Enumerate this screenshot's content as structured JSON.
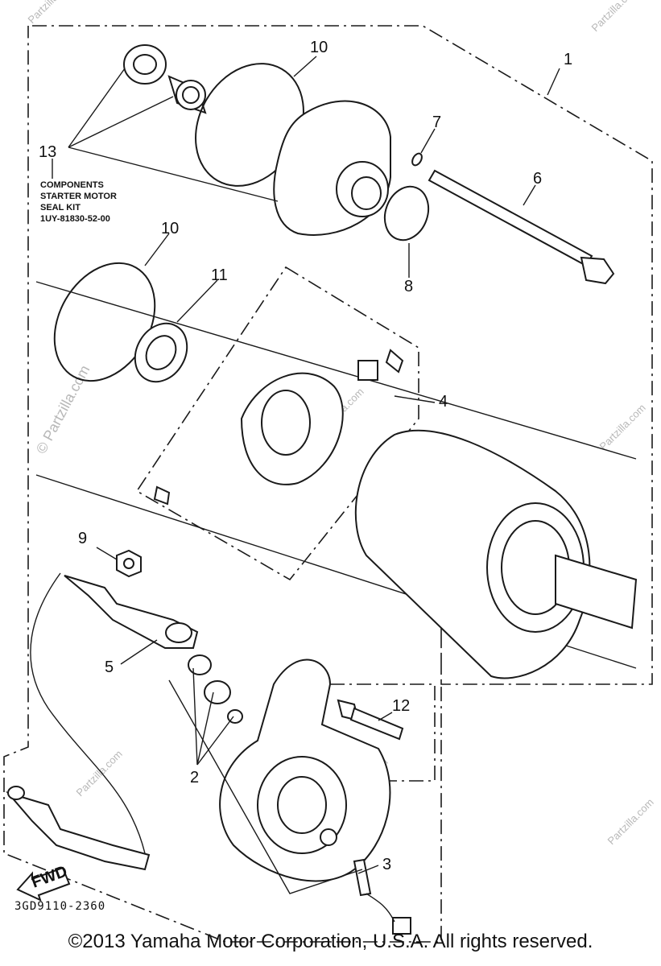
{
  "diagram": {
    "kit_label": {
      "number": "13",
      "lines": [
        "COMPONENTS",
        "STARTER MOTOR",
        "SEAL KIT",
        "1UY-81830-52-00"
      ]
    },
    "part_numbers": {
      "p1": "1",
      "p2": "2",
      "p3": "3",
      "p4": "4",
      "p5": "5",
      "p6": "6",
      "p7": "7",
      "p8": "8",
      "p9": "9",
      "p10_top": "10",
      "p10_left": "10",
      "p11": "11",
      "p12": "12"
    },
    "fwd_label": "FWD",
    "diagram_code": "3GD9110-2360",
    "watermark": "Partzilla.com",
    "watermark_large": "© Partzilla.com"
  },
  "footer": {
    "copyright": "©2013 Yamaha Motor Corporation, U.S.A. All rights reserved."
  }
}
